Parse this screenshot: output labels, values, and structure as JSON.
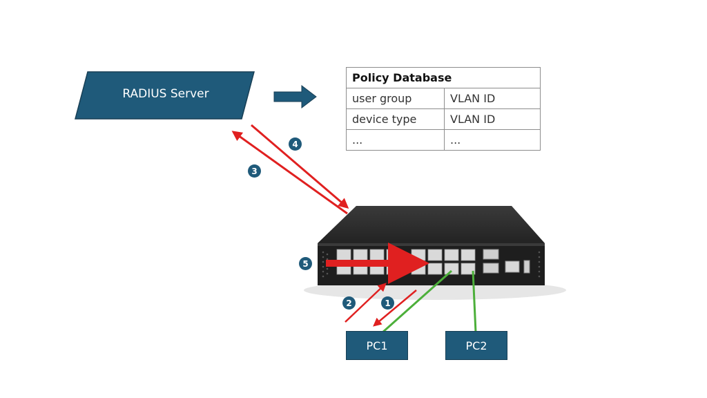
{
  "radius_server": {
    "label": "RADIUS Server"
  },
  "policy_table": {
    "title": "Policy Database",
    "rows": [
      [
        "user group",
        "VLAN ID"
      ],
      [
        "device type",
        "VLAN ID"
      ],
      [
        "...",
        "..."
      ]
    ]
  },
  "pcs": {
    "pc1": "PC1",
    "pc2": "PC2"
  },
  "steps": [
    "1",
    "2",
    "3",
    "4",
    "5"
  ],
  "colors": {
    "box_fill": "#1f5a7a",
    "request_arrow": "#e02020",
    "link_line": "#4caf3a",
    "switch_body": "#2b2b2b"
  },
  "icons": [
    "arrow-right-icon",
    "network-switch-icon"
  ]
}
